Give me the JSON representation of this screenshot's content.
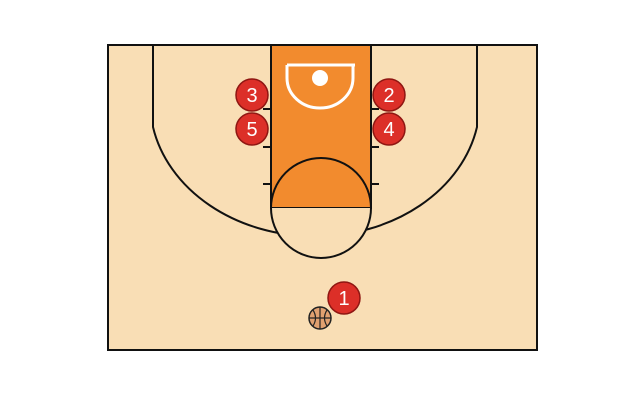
{
  "diagram": {
    "colors": {
      "court": "#f9deb5",
      "paint": "#f28b2e",
      "lines": "#111111",
      "rim": "#ffffff",
      "player_fill": "#dc2f28",
      "player_stroke": "#8f1612",
      "player_text": "#ffffff",
      "ball": "#e0a070"
    },
    "players": [
      {
        "label": "1"
      },
      {
        "label": "2"
      },
      {
        "label": "3"
      },
      {
        "label": "4"
      },
      {
        "label": "5"
      }
    ],
    "ball": {
      "icon": "basketball-icon"
    }
  }
}
